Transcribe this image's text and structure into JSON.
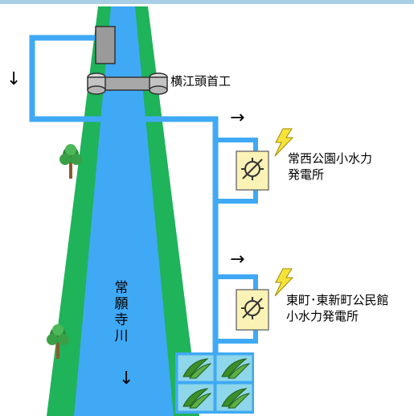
{
  "labels": {
    "weir": "横江頭首工",
    "plant1_line1": "常西公園小水力",
    "plant1_line2": "発電所",
    "plant2_line1": "東町･東新町公民館",
    "plant2_line2": "小水力発電所",
    "river_chars": [
      "常",
      "願",
      "寺",
      "川"
    ]
  },
  "arrows": {
    "flow_down_left": "↓",
    "flow_right_1": "→",
    "flow_right_2": "→",
    "river_down": "↓"
  },
  "icons": {
    "generator": "turbine-generator-icon",
    "lightning": "lightning-icon",
    "tree": "tree-icon",
    "crop": "rice-plant-icon"
  },
  "colors": {
    "water": "#3fa9f5",
    "channel": "#3fa9f5",
    "bank": "#1fb35a",
    "plant_box": "#fbf3b5",
    "field": "#8ed6ea",
    "lightning": "#f6e33a"
  }
}
